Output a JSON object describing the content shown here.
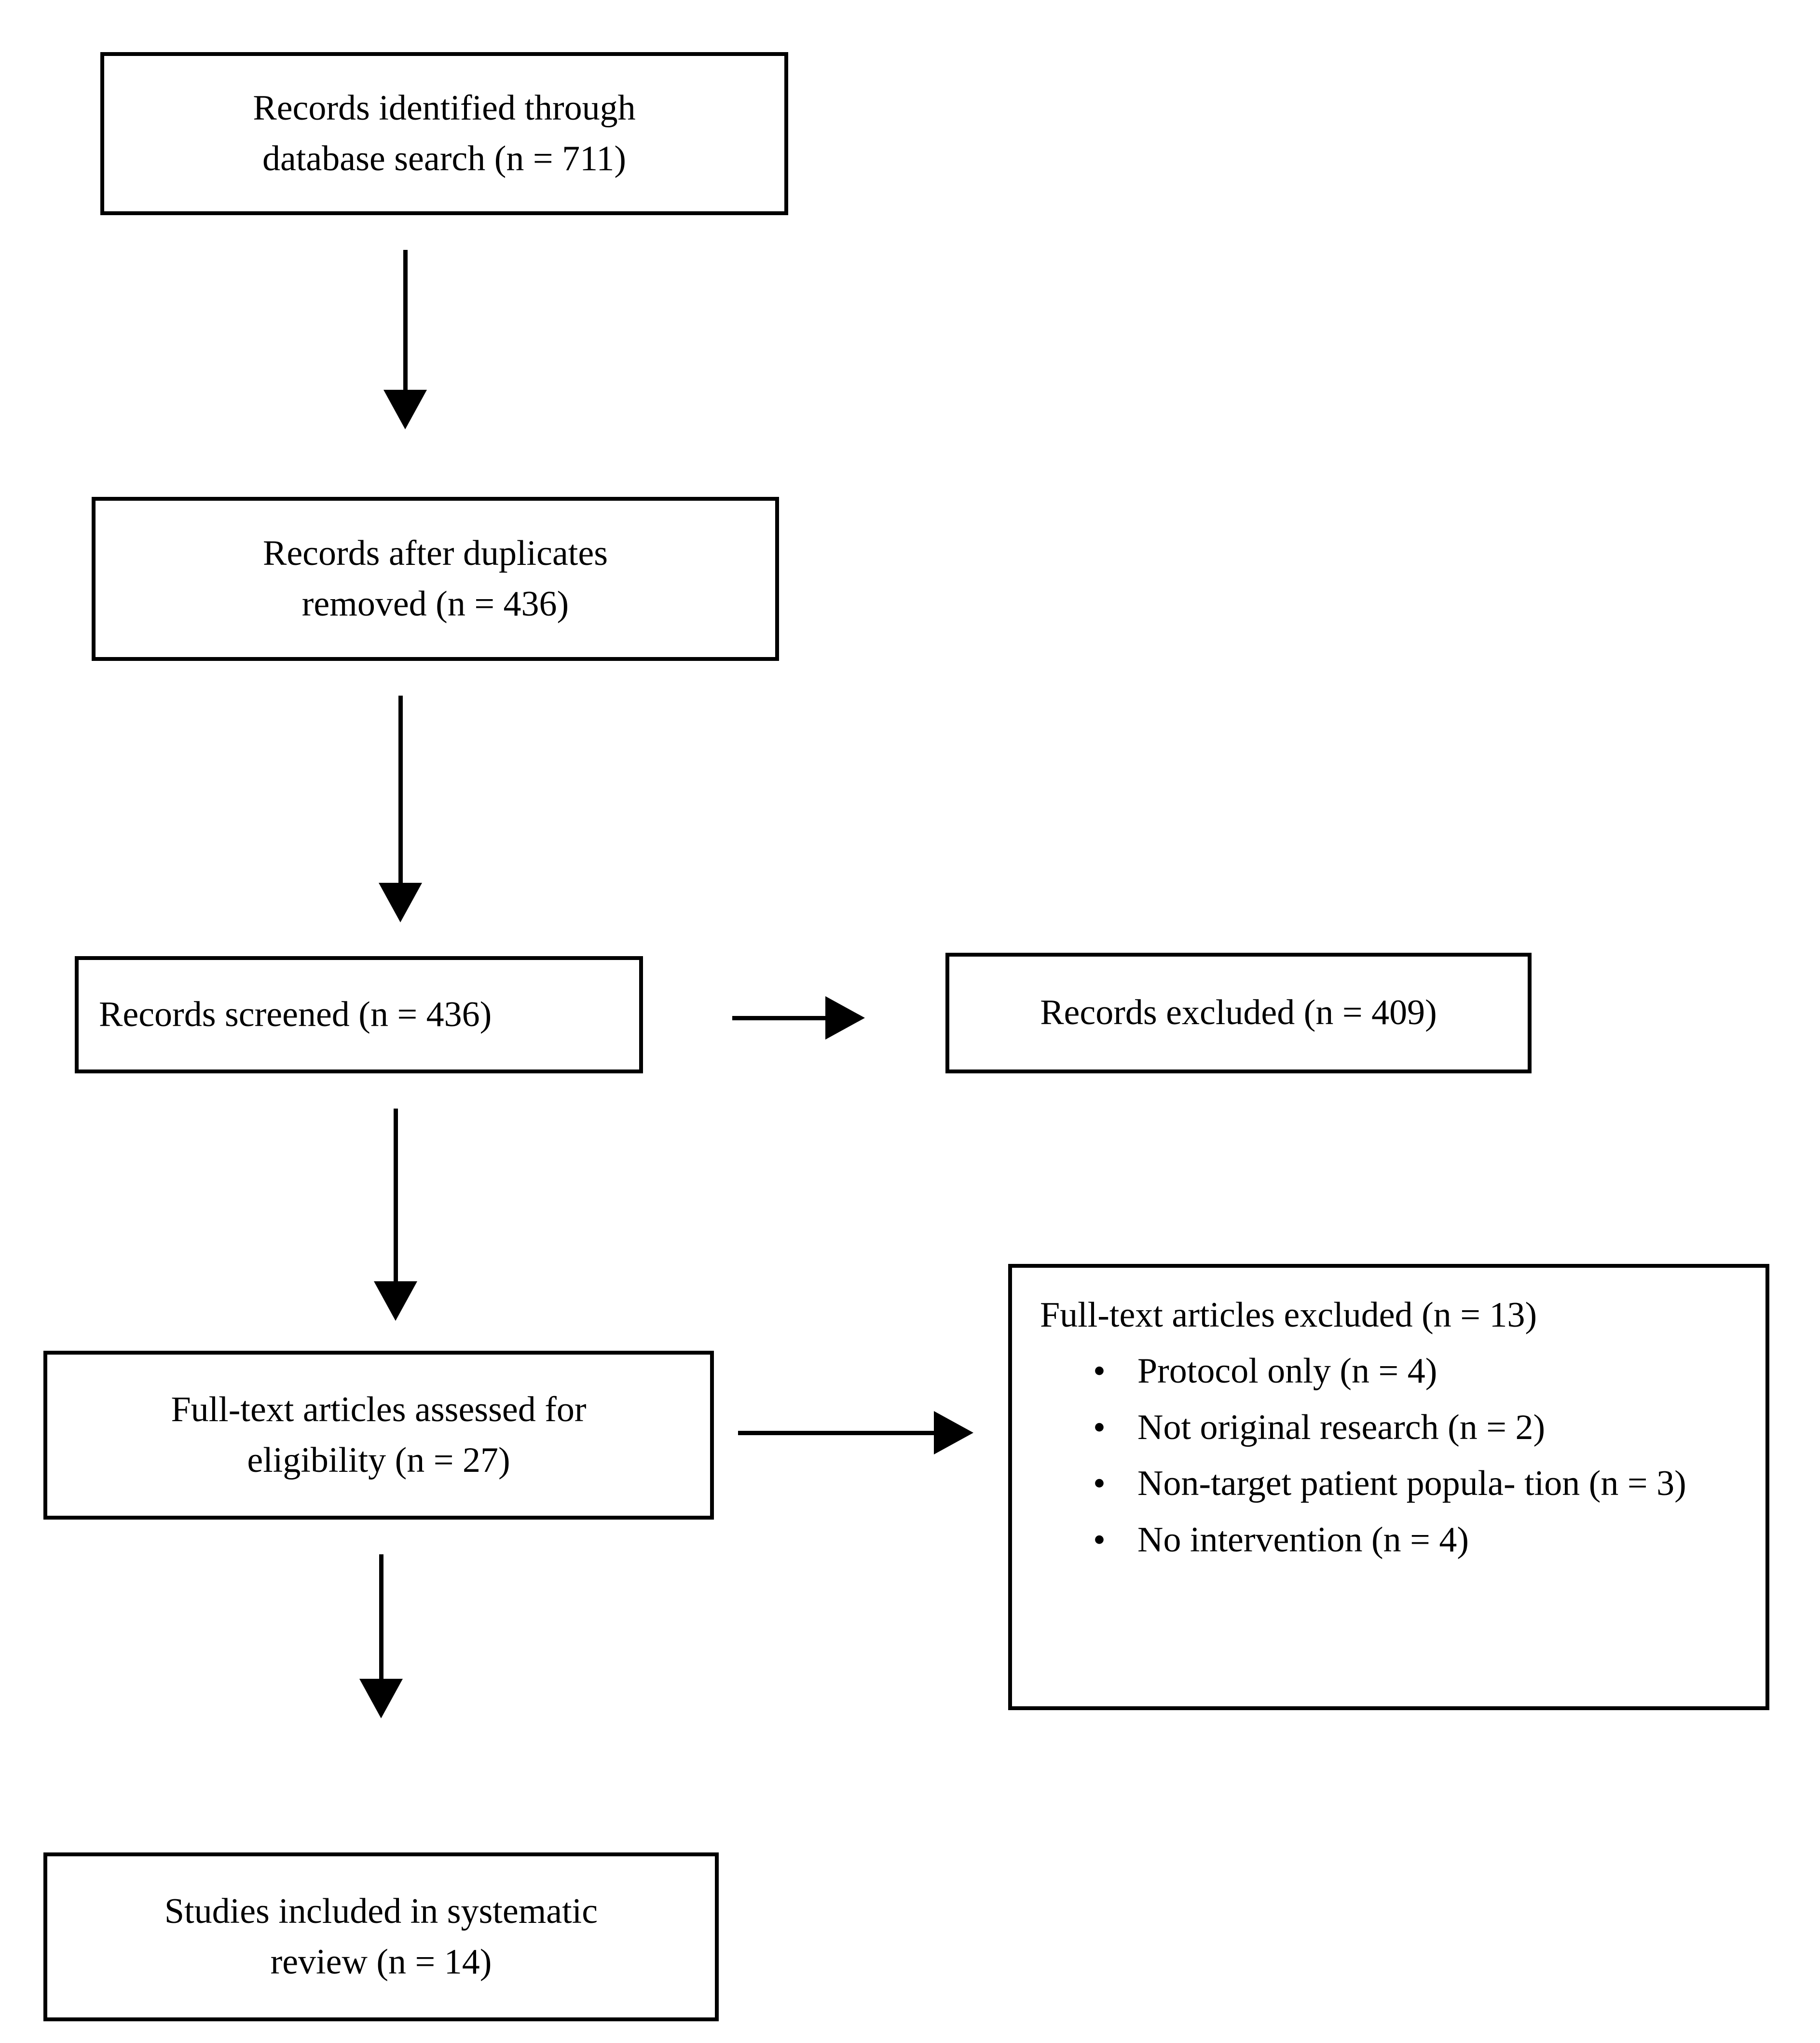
{
  "diagram": {
    "type": "prisma-flow-diagram",
    "title": "PRISMA study selection flow diagram",
    "line_color": "#000000",
    "background_color": "#ffffff",
    "nodes": {
      "identified": {
        "label": "Records identified through\ndatabase search (n = 711)",
        "count": 711
      },
      "duplicates_removed": {
        "label": "Records after duplicates\nremoved (n = 436)",
        "count": 436
      },
      "screened": {
        "label": "Records screened (n = 436)",
        "count": 436
      },
      "records_excluded": {
        "label": "Records excluded (n = 409)",
        "count": 409
      },
      "fulltext_assessed": {
        "label": "Full-text articles assessed for\neligibility (n = 27)",
        "count": 27
      },
      "fulltext_excluded": {
        "title": "Full-text articles excluded (n = 13)",
        "count": 13,
        "bullet_glyph": "•",
        "reasons": [
          {
            "label": "Protocol only (n = 4)",
            "count": 4
          },
          {
            "label": "Not original research (n = 2)",
            "count": 2
          },
          {
            "label": "Non-target patient popula-\ntion (n = 3)",
            "count": 3
          },
          {
            "label": "No intervention (n = 4)",
            "count": 4
          }
        ]
      },
      "included": {
        "label": "Studies included in systematic\nreview (n = 14)",
        "count": 14
      }
    },
    "edges": [
      {
        "from": "identified",
        "to": "duplicates_removed",
        "direction": "down"
      },
      {
        "from": "duplicates_removed",
        "to": "screened",
        "direction": "down"
      },
      {
        "from": "screened",
        "to": "records_excluded",
        "direction": "right"
      },
      {
        "from": "screened",
        "to": "fulltext_assessed",
        "direction": "down"
      },
      {
        "from": "fulltext_assessed",
        "to": "fulltext_excluded",
        "direction": "right"
      },
      {
        "from": "fulltext_assessed",
        "to": "included",
        "direction": "down"
      }
    ]
  }
}
